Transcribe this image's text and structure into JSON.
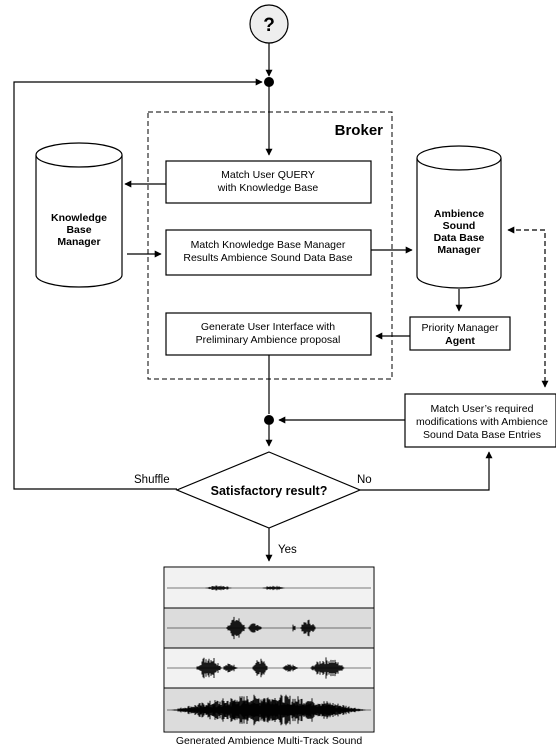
{
  "start_symbol": "?",
  "broker_label": "Broker",
  "knowledge_base_manager": [
    "Knowledge",
    "Base",
    "Manager"
  ],
  "ambience_db_manager": [
    "Ambience",
    "Sound",
    "Data Base",
    "Manager"
  ],
  "match_query_box": [
    "Match User QUERY",
    "with Knowledge Base"
  ],
  "match_kbm_box": [
    "Match Knowledge Base Manager",
    "Results Ambience Sound Data Base"
  ],
  "generate_ui_box": [
    "Generate User Interface with",
    "Preliminary Ambience proposal"
  ],
  "priority_manager": [
    "Priority Manager",
    "Agent"
  ],
  "match_modifications_box": [
    "Match User’s required",
    "modifications with Ambience",
    "Sound Data Base Entries"
  ],
  "decision": "Satisfactory result?",
  "edge_labels": {
    "shuffle": "Shuffle",
    "no": "No",
    "yes": "Yes"
  },
  "caption": "Generated Ambience Multi-Track Sound",
  "colors": {
    "stroke": "#000000",
    "start_fill": "#eeeeee",
    "track_light": "#f2f2f2",
    "track_dark": "#dcdcdc"
  }
}
